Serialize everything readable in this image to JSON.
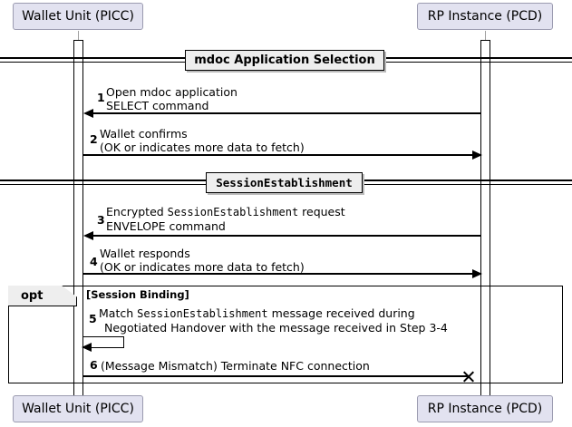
{
  "diagram": {
    "type": "uml-sequence-diagram",
    "title": "",
    "background_color": "#FFFFFF",
    "participant_fill": "#E2E2F0",
    "participant_border": "#9B9BB0",
    "divider_fill": "#EEEEEE",
    "line_color": "#000000"
  },
  "participants": [
    {
      "id": "wallet",
      "label": "Wallet Unit (PICC)"
    },
    {
      "id": "rp",
      "label": "RP Instance (PCD)"
    }
  ],
  "participants_bottom": [
    {
      "id": "wallet",
      "label": "Wallet Unit (PICC)"
    },
    {
      "id": "rp",
      "label": "RP Instance (PCD)"
    }
  ],
  "dividers": [
    {
      "id": "divider-1",
      "label": "mdoc Application Selection",
      "mono": false
    },
    {
      "id": "divider-2",
      "label": "SessionEstablishment",
      "mono": true
    }
  ],
  "messages": [
    {
      "number": "1",
      "from": "rp",
      "to": "wallet",
      "direction": "left",
      "lines": [
        "Open mdoc application",
        "SELECT command"
      ]
    },
    {
      "number": "2",
      "from": "wallet",
      "to": "rp",
      "direction": "right",
      "lines": [
        "Wallet confirms",
        "(OK or indicates more data to fetch)"
      ]
    },
    {
      "number": "3",
      "from": "rp",
      "to": "wallet",
      "direction": "left",
      "lines": [
        "Encrypted SessionEstablishment request",
        "ENVELOPE command"
      ],
      "line1_pre": "Encrypted ",
      "line1_mono": "SessionEstablishment",
      "line1_post": " request"
    },
    {
      "number": "4",
      "from": "wallet",
      "to": "rp",
      "direction": "right",
      "lines": [
        "Wallet responds",
        "(OK or indicates more data to fetch)"
      ]
    },
    {
      "number": "5",
      "from": "wallet",
      "to": "wallet",
      "direction": "self",
      "lines": [
        "Match SessionEstablishment message received during",
        "Negotiated Handover with the message received in Step 3-4"
      ],
      "line1_pre": "Match ",
      "line1_mono": "SessionEstablishment",
      "line1_post": " message received during",
      "line2": "Negotiated Handover with the message received in Step 3-4"
    },
    {
      "number": "6",
      "from": "wallet",
      "to": "rp",
      "direction": "right",
      "destroy_target": true,
      "lines": [
        "(Message Mismatch) Terminate NFC connection"
      ]
    }
  ],
  "fragments": [
    {
      "id": "opt-session-binding",
      "operator": "opt",
      "guard": "[Session Binding]"
    }
  ]
}
